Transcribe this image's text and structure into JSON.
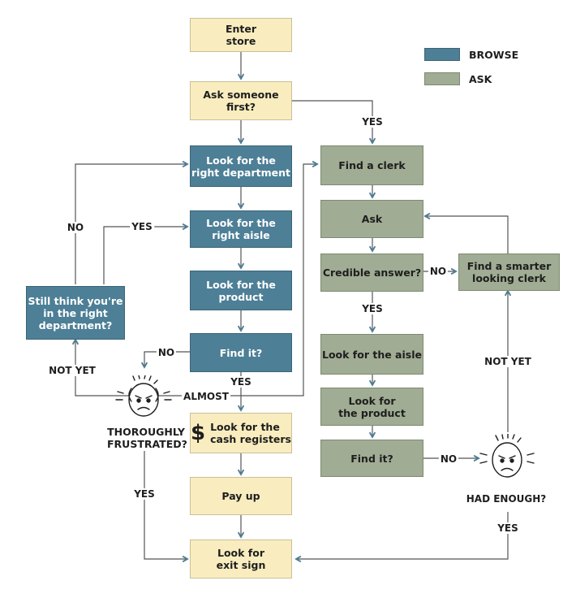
{
  "legend": {
    "browse": "BROWSE",
    "ask": "ASK"
  },
  "nodes": {
    "enter_store": "Enter\nstore",
    "ask_first": "Ask someone\nfirst?",
    "look_dept": "Look for the\nright department",
    "look_aisle_browse": "Look for the\nright aisle",
    "look_product_browse": "Look for the\nproduct",
    "find_it_browse": "Find it?",
    "still_think": "Still think you're\nin the right\ndepartment?",
    "cash_registers": "Look for the\ncash registers",
    "pay_up": "Pay up",
    "exit_sign": "Look for\nexit sign",
    "find_clerk": "Find a clerk",
    "ask": "Ask",
    "credible": "Credible answer?",
    "smarter_clerk": "Find a smarter\nlooking clerk",
    "look_aisle_ask": "Look for the aisle",
    "look_product_ask": "Look for\nthe product",
    "find_it_ask": "Find it?"
  },
  "labels": {
    "yes_ask_first": "YES",
    "no_left": "NO",
    "yes_left": "YES",
    "no_find": "NO",
    "not_yet_left": "NOT YET",
    "yes_find": "YES",
    "almost": "ALMOST",
    "thoroughly": "THOROUGHLY\nFRUSTRATED?",
    "yes_frustrated": "YES",
    "no_credible": "NO",
    "yes_credible": "YES",
    "no_find_ask": "NO",
    "not_yet_right": "NOT YET",
    "had_enough": "HAD ENOUGH?",
    "yes_had_enough": "YES"
  },
  "icons": {
    "dollar": "$",
    "face_left": "frustrated-face-icon",
    "face_right": "frustrated-face-icon"
  },
  "colors": {
    "plain": "#f9edbf",
    "browse": "#4d7f96",
    "ask": "#a0ac93",
    "arrow": "#4d7f96",
    "line": "#555555"
  }
}
